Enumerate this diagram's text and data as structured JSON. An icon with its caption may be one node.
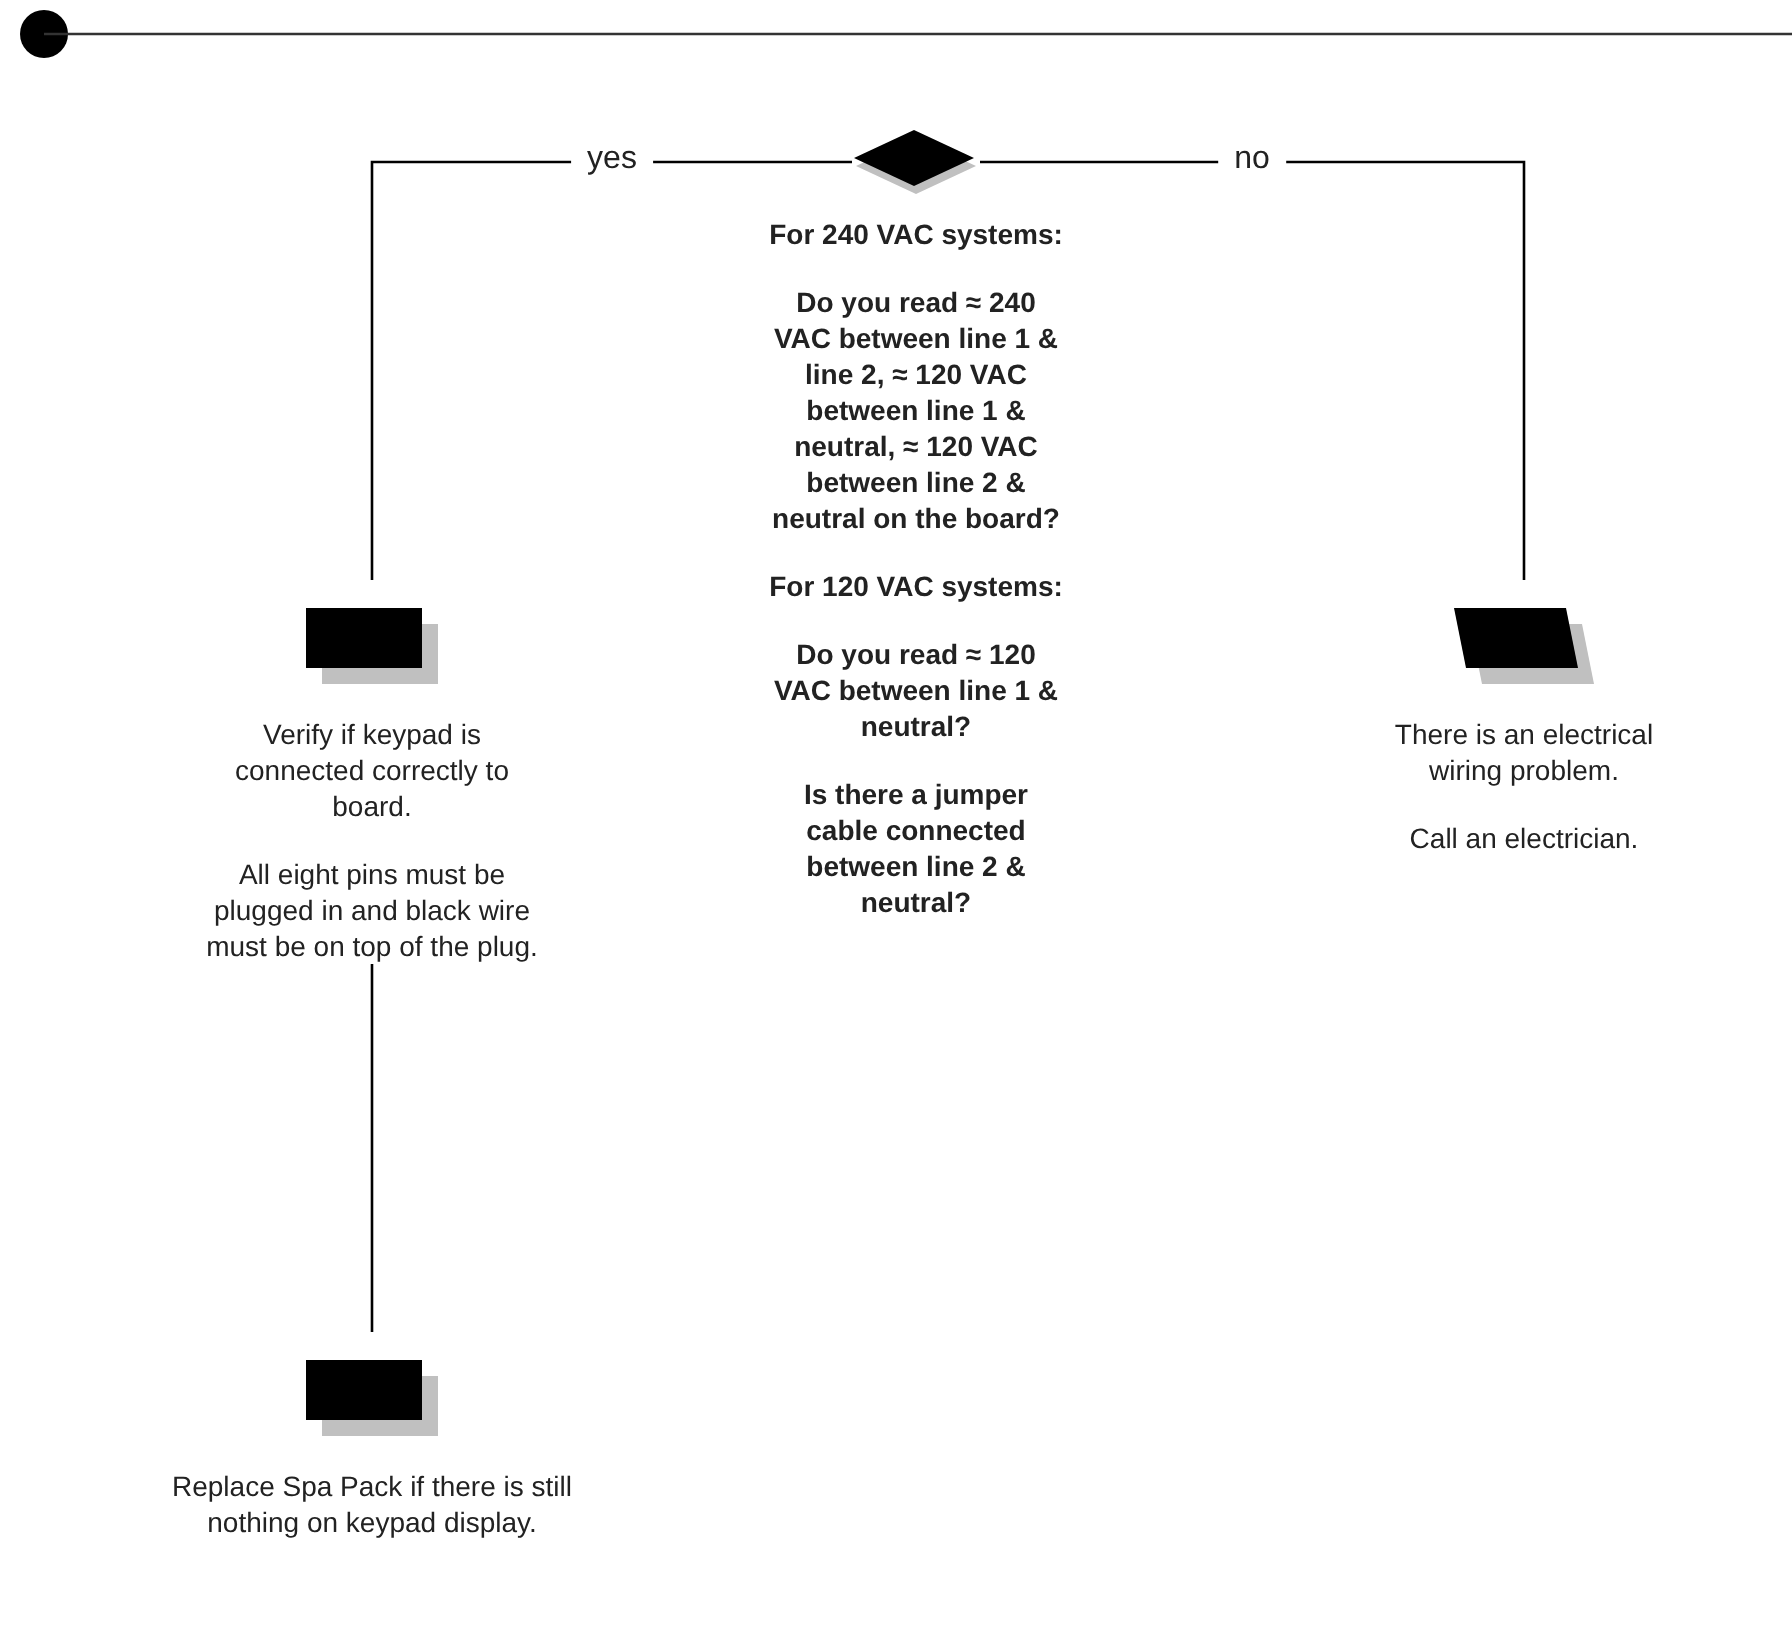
{
  "diagram": {
    "nodes": [
      {
        "text": [],
        "shape": "diamond",
        "beside": [
          "For 240 VAC systems:",
          "Do you read ≈ 240 VAC between line 1 & line 2, ≈ 120 VAC between line 1 & neutral, ≈ 120 VAC between line 2 & neutral on the board?",
          "For 120 VAC systems:",
          "Do you read ≈ 120 VAC between line 1 & neutral?",
          "Is there a jumper cable connected between line 2 & neutral?"
        ]
      },
      {
        "text": [],
        "shape": "box",
        "beside": [
          "Verify if keypad is connected correctly to board.",
          "All eight pins must be plugged in and black wire must be on top of the plug."
        ]
      },
      {
        "text": [],
        "shape": "parallelogram",
        "beside": [
          "There is an electrical wiring problem.",
          "Call an electrician."
        ]
      },
      {
        "text": [],
        "shape": "box",
        "beside": [
          "Replace Spa Pack if there is still nothing on keypad display."
        ]
      }
    ],
    "edges": [
      {
        "from": 0,
        "to": 1,
        "arrow": "none",
        "label": "yes"
      },
      {
        "from": 0,
        "to": 2,
        "arrow": "none",
        "label": "no"
      },
      {
        "from": 1,
        "to": 3,
        "arrow": "none"
      }
    ]
  }
}
